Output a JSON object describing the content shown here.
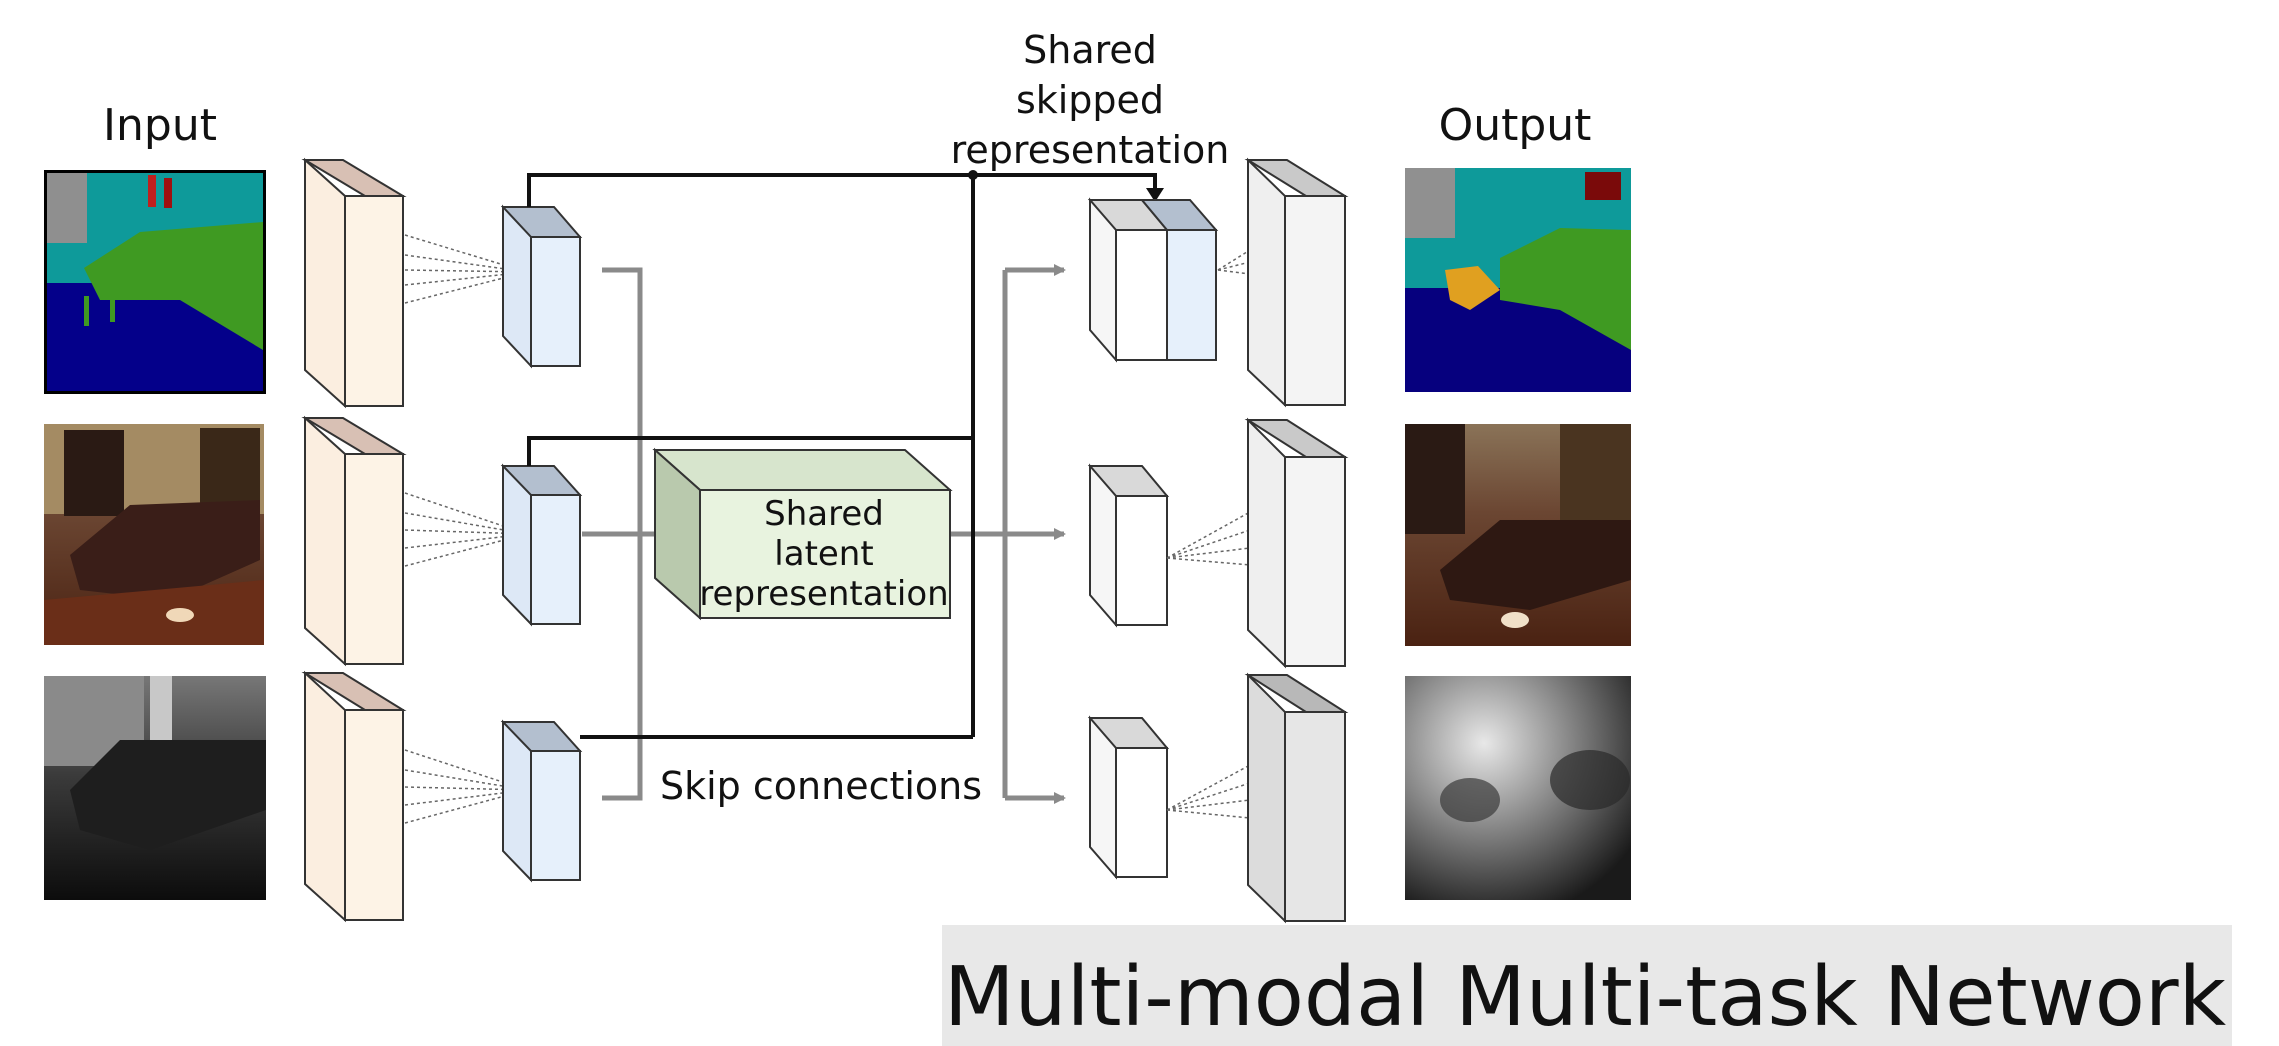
{
  "labels": {
    "input": "Input",
    "output": "Output",
    "shared_skipped_line1": "Shared",
    "shared_skipped_line2": "skipped",
    "shared_skipped_line3": "representation",
    "shared_latent_line1": "Shared",
    "shared_latent_line2": "latent",
    "shared_latent_line3": "representation",
    "skip_connections": "Skip connections"
  },
  "title": "Multi-modal Multi-task Network",
  "modalities": [
    "segmentation",
    "rgb",
    "depth"
  ],
  "colors": {
    "encoder_front": "#fdf3e6",
    "encoder_top": "#d8c0b4",
    "bottleneck_front": "#e6f0fb",
    "bottleneck_top": "#b3bfcf",
    "latent_front": "#e8f3df",
    "latent_side": "#b9c9ad",
    "decoder_front": "#f4f4f4",
    "decoder_top": "#c9c9c9",
    "title_band": "#e8e8e8",
    "skip_gray": "#8a8a8a"
  }
}
